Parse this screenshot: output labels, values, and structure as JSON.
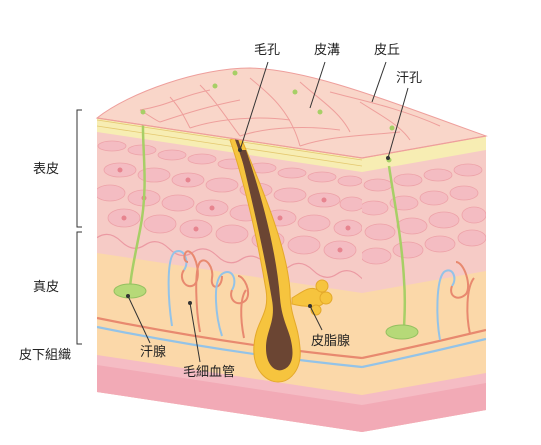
{
  "labels": {
    "keana": "毛孔",
    "hikou": "皮溝",
    "hikyu": "皮丘",
    "kankou": "汗孔",
    "hyouhi": "表皮",
    "shinpi": "真皮",
    "hika_soshiki": "皮下組織",
    "kansen": "汗腺",
    "mousaikekkan": "毛細血管",
    "hishisen": "皮脂腺"
  },
  "colors": {
    "surface": "#f9d6c9",
    "epidermis_outline": "#ee9f9c",
    "stratum_corneum": "#f7edb3",
    "epidermis_cells": "#f4c0c6",
    "dermis": "#fbd8a9",
    "subcutaneous": "#f4b7c1",
    "hair_shaft": "#6b4533",
    "follicle_sheath": "#f6c43e",
    "sweat_duct": "#a7cf66",
    "capillary_red": "#e8896f",
    "capillary_blue": "#93c3e8"
  }
}
